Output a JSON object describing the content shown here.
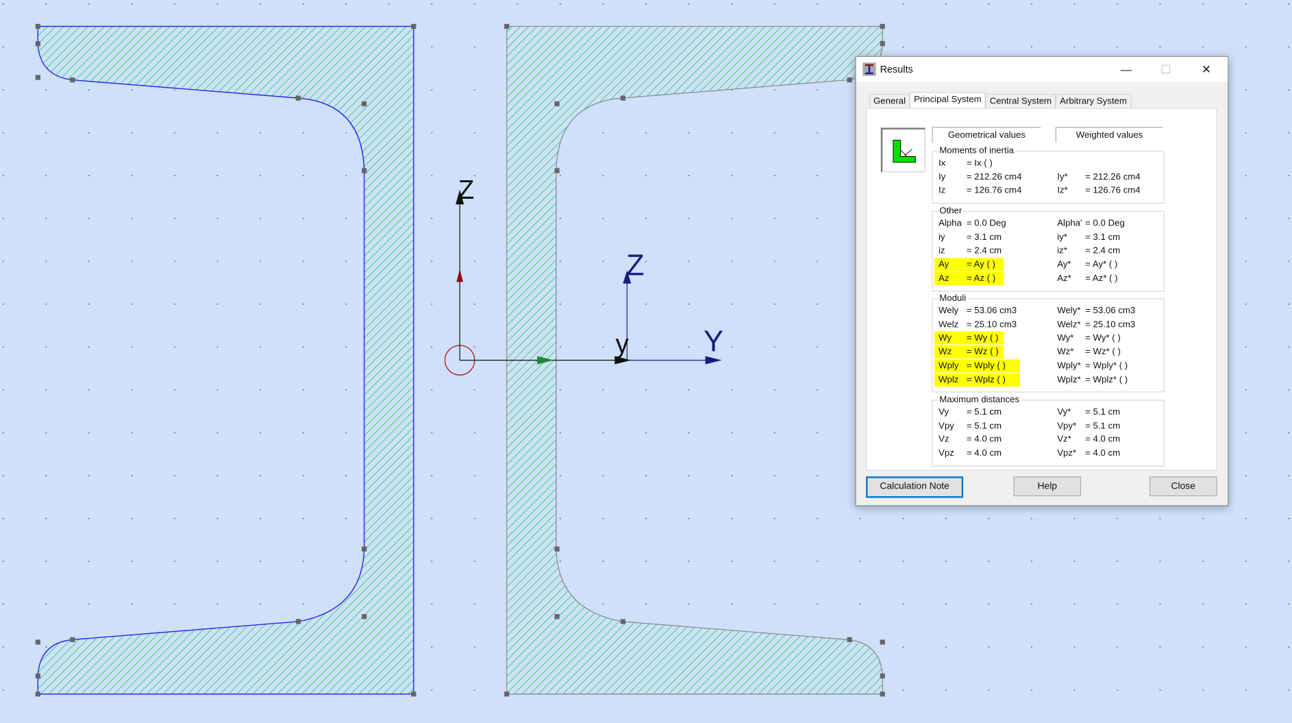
{
  "canvas": {
    "axes_left": {
      "z_label": "Z"
    },
    "axes_right": {
      "z_label": "Z",
      "y_label": "Y",
      "y_small_label": "y"
    },
    "colors": {
      "background": "#cfe0fb",
      "hatch": "#39d36a",
      "selected_outline": "#2a2af0",
      "outline": "#888888"
    }
  },
  "dialog": {
    "title": "Results",
    "window_controls": {
      "minimize": "—",
      "maximize": "☐",
      "close": "✕"
    },
    "tabs": [
      "General",
      "Principal System",
      "Central System",
      "Arbitrary System"
    ],
    "active_tab": "Principal System",
    "headers": {
      "geometrical": "Geometrical values",
      "weighted": "Weighted values"
    },
    "groups": [
      {
        "title": "Moments of inertia",
        "rows": [
          {
            "l": "Ix",
            "v": "= Ix ( )",
            "l2": "",
            "v2": "",
            "hl": false
          },
          {
            "l": "Iy",
            "v": "= 212.26 cm4",
            "l2": "Iy*",
            "v2": "= 212.26 cm4",
            "hl": false
          },
          {
            "l": "Iz",
            "v": "= 126.76 cm4",
            "l2": "Iz*",
            "v2": "= 126.76 cm4",
            "hl": false
          }
        ]
      },
      {
        "title": "Other",
        "rows": [
          {
            "l": "Alpha",
            "v": "= 0.0 Deg",
            "l2": "Alpha'",
            "v2": "= 0.0 Deg",
            "hl": false
          },
          {
            "l": "iy",
            "v": "= 3.1 cm",
            "l2": "iy*",
            "v2": "= 3.1 cm",
            "hl": false
          },
          {
            "l": "iz",
            "v": "= 2.4 cm",
            "l2": "iz*",
            "v2": "= 2.4 cm",
            "hl": false
          },
          {
            "l": "Ay",
            "v": "= Ay ( )",
            "l2": "Ay*",
            "v2": "= Ay* ( )",
            "hl": true
          },
          {
            "l": "Az",
            "v": "= Az ( )",
            "l2": "Az*",
            "v2": "= Az* ( )",
            "hl": true
          }
        ]
      },
      {
        "title": "Moduli",
        "rows": [
          {
            "l": "Wely",
            "v": "= 53.06 cm3",
            "l2": "Wely*",
            "v2": "= 53.06 cm3",
            "hl": false
          },
          {
            "l": "Welz",
            "v": "= 25.10 cm3",
            "l2": "Welz*",
            "v2": "= 25.10 cm3",
            "hl": false
          },
          {
            "l": "Wy",
            "v": "= Wy ( )",
            "l2": "Wy*",
            "v2": "= Wy* ( )",
            "hl": true
          },
          {
            "l": "Wz",
            "v": "= Wz ( )",
            "l2": "Wz*",
            "v2": "= Wz* ( )",
            "hl": true
          },
          {
            "l": "Wply",
            "v": "= Wply ( )",
            "l2": "Wply*",
            "v2": "= Wply* ( )",
            "hl": true
          },
          {
            "l": "Wplz",
            "v": "= Wplz ( )",
            "l2": "Wplz*",
            "v2": "= Wplz* ( )",
            "hl": true
          }
        ]
      },
      {
        "title": "Maximum distances",
        "rows": [
          {
            "l": "Vy",
            "v": "= 5.1 cm",
            "l2": "Vy*",
            "v2": "= 5.1 cm",
            "hl": false
          },
          {
            "l": "Vpy",
            "v": "= 5.1 cm",
            "l2": "Vpy*",
            "v2": "= 5.1 cm",
            "hl": false
          },
          {
            "l": "Vz",
            "v": "= 4.0 cm",
            "l2": "Vz*",
            "v2": "= 4.0 cm",
            "hl": false
          },
          {
            "l": "Vpz",
            "v": "= 4.0 cm",
            "l2": "Vpz*",
            "v2": "= 4.0 cm",
            "hl": false
          }
        ]
      }
    ],
    "buttons": {
      "calc_note": "Calculation Note",
      "help": "Help",
      "close": "Close"
    }
  }
}
